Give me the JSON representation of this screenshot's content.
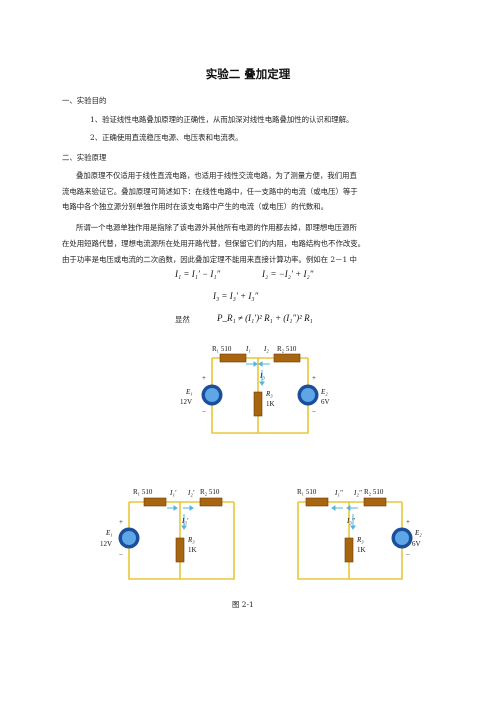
{
  "doc": {
    "title": "实验二    叠加定理",
    "sec1_heading": "一、实验目的",
    "sec1_items": [
      "1、验证线性电路叠加原理的正确性，从而加深对线性电路叠加性的认识和理解。",
      "2、正确使用直流稳压电源、电压表和电流表。"
    ],
    "sec2_heading": "二、实验原理",
    "para1": [
      "叠加原理不仅适用于线性直流电路，也适用于线性交流电路，为了测量方便，我们用直",
      "流电路来验证它。叠加原理可简述如下：在线性电路中，任一支路中的电流（或电压）等于",
      "电路中各个独立源分别单独作用时在该支电路中产生的电流（或电压）的代数和。"
    ],
    "para2": [
      "所谓一个电源单独作用是指除了该电源外其他所有电源的作用都去掉，即理想电压源所",
      "在处用短路代替，理想电流源所在处用开路代替，但保留它们的内阻，电路结构也不作改变。",
      "由于功率是电压或电流的二次函数，因此叠加定理不能用来直接计算功率。例如在 2－1 中"
    ],
    "equations": {
      "eq1": "I₁ = I₁′ − I₁″",
      "eq2": "I₂ = −I₂′ + I₂″",
      "eq3": "I₃ = I₃′ + I₃″",
      "evident_label": "显然",
      "eq4": "P_R₁ ≠ (I₁′)² R₁ + (I₁″)² R₁"
    },
    "figure_caption": "图 2-1"
  },
  "circuits": {
    "r1_label": "R₁ 510",
    "r2_label": "R₂ 510",
    "r3_label": "R₃",
    "r3_value": "1K",
    "e1_label": "E₁",
    "e1_value": "12V",
    "e2_label": "E₂",
    "e2_value": "6V",
    "main": {
      "i1": "I₁",
      "i2": "I₂",
      "i3": "I₃"
    },
    "left": {
      "i1": "I₁′",
      "i2": "I₂′",
      "i3": "I₃′"
    },
    "right": {
      "i1": "I₁″",
      "i2": "I₂″",
      "i3": "I₃″"
    },
    "plus": "+",
    "minus": "−"
  },
  "colors": {
    "wire": "#e8c63a",
    "resistor": "#a8650f",
    "resistor_border": "#6b3d06",
    "source_outer": "#1b4f9c",
    "source_inner": "#5fa6e6",
    "arrow": "#4fb6e6"
  }
}
